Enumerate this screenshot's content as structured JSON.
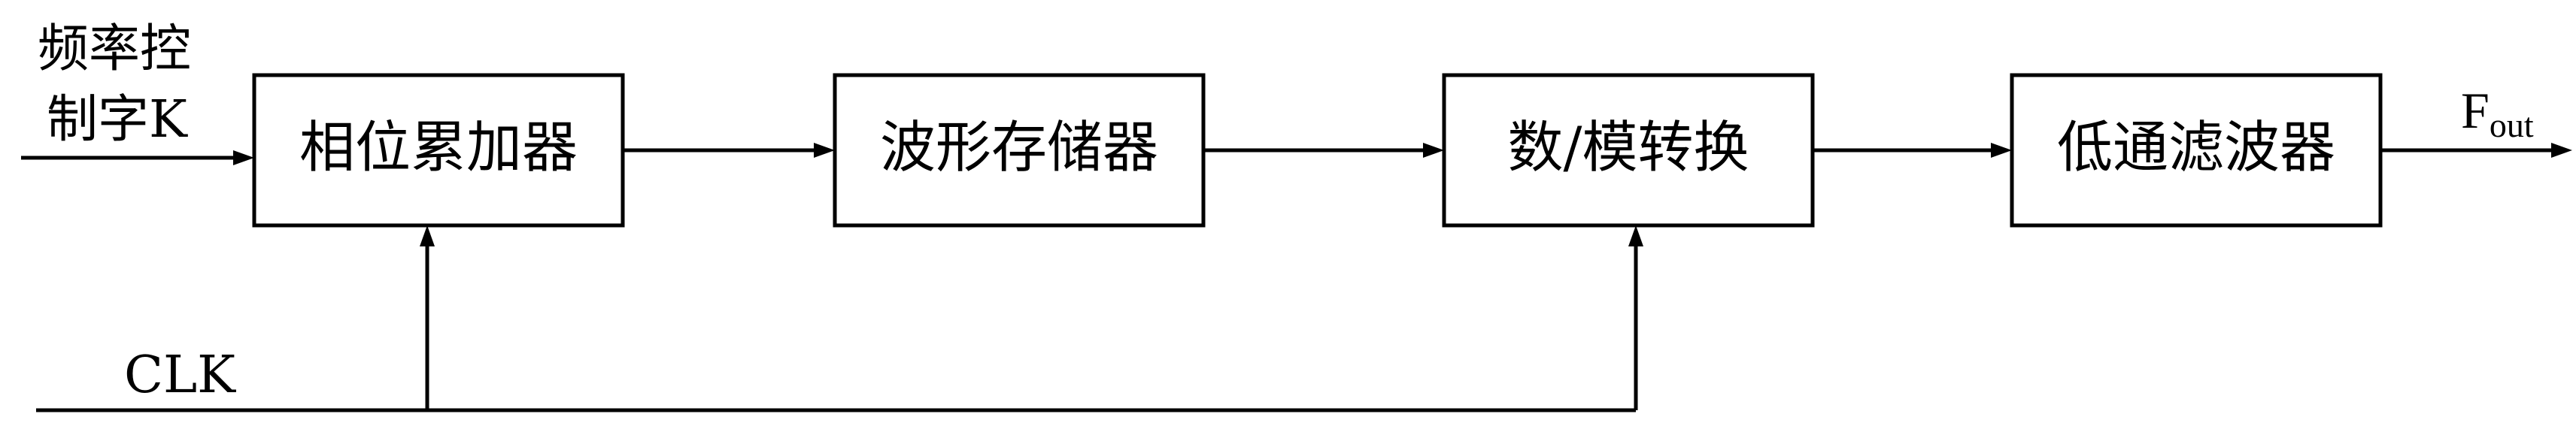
{
  "blocks": {
    "phase_accumulator": "相位累加器",
    "waveform_memory": "波形存储器",
    "dac": "数/模转换",
    "lowpass_filter": "低通滤波器"
  },
  "inputs": {
    "freq_word_line1": "频率控",
    "freq_word_line2": "制字K",
    "clock": "CLK"
  },
  "output": {
    "main": "F",
    "sub": "out"
  }
}
